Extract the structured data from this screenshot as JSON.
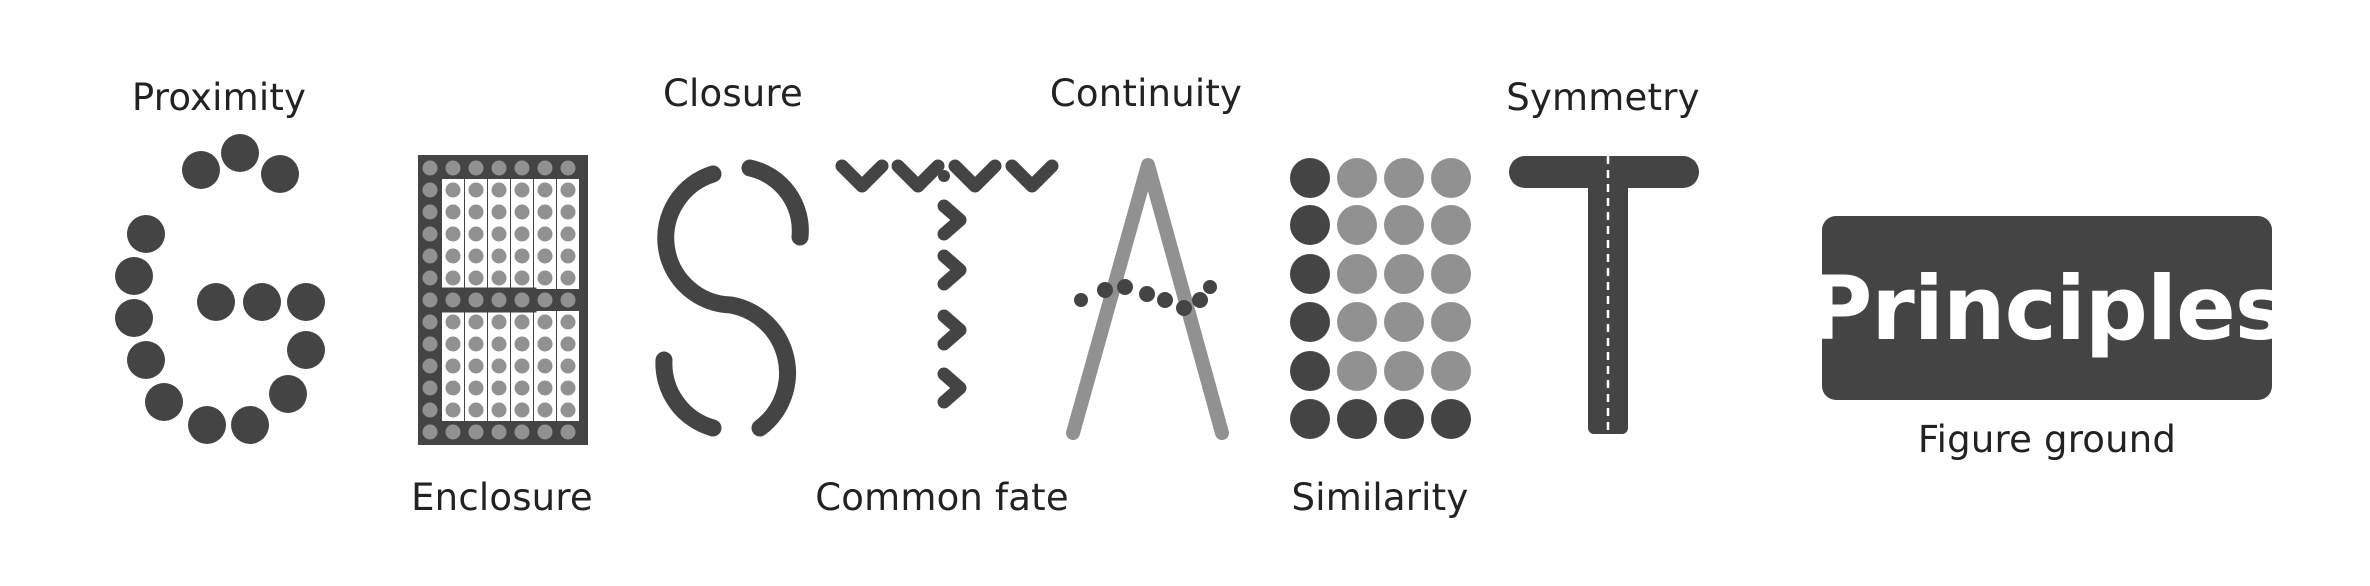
{
  "colors": {
    "dark": "#444444",
    "light": "#919191",
    "white": "#ffffff"
  },
  "labels": {
    "proximity": "Proximity",
    "enclosure": "Enclosure",
    "closure": "Closure",
    "common_fate": "Common fate",
    "continuity": "Continuity",
    "similarity": "Similarity",
    "symmetry": "Symmetry",
    "figure_ground": "Figure ground"
  },
  "figure_ground_word": "Principles"
}
